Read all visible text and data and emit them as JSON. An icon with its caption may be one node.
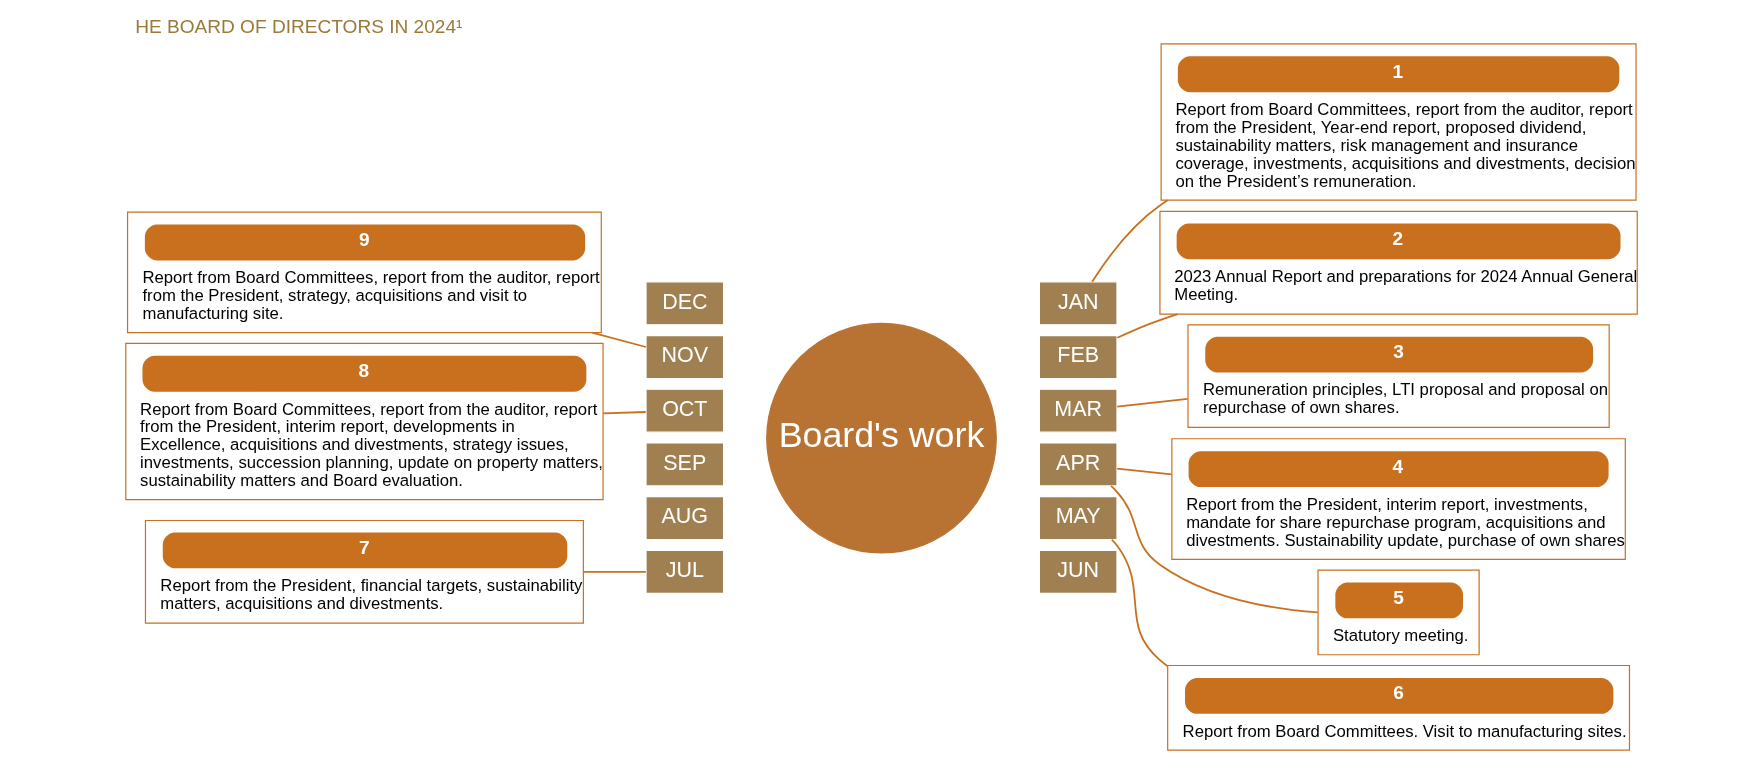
{
  "diagram": {
    "title": "HE BOARD OF DIRECTORS IN 2024¹",
    "nodes": [
      {
        "text": [
          "Board's work"
        ]
      },
      {
        "text": [
          "JAN"
        ]
      },
      {
        "text": [
          "FEB"
        ]
      },
      {
        "text": [
          "MAR"
        ]
      },
      {
        "text": [
          "APR"
        ]
      },
      {
        "text": [
          "MAY"
        ]
      },
      {
        "text": [
          "JUN"
        ]
      },
      {
        "text": [
          "JUL"
        ]
      },
      {
        "text": [
          "AUG"
        ]
      },
      {
        "text": [
          "SEP"
        ]
      },
      {
        "text": [
          "OCT"
        ]
      },
      {
        "text": [
          "NOV"
        ]
      },
      {
        "text": [
          "DEC"
        ]
      },
      {
        "text": [
          "1",
          "Report from Board Committees, report from the auditor, report from the President, Year-end report, proposed dividend, sustainability matters, risk management and insurance coverage, investments, acquisitions and divestments, decision on the President’s remuneration."
        ]
      },
      {
        "text": [
          "2",
          "2023 Annual Report and preparations for 2024 Annual General Meeting."
        ]
      },
      {
        "text": [
          "3",
          "Remuneration principles, LTI proposal and proposal on repurchase of own shares."
        ]
      },
      {
        "text": [
          "4",
          "Report from the President, interim report, investments, mandate for share repurchase program, acquisitions and divestments. Sustainability update, purchase of own shares"
        ]
      },
      {
        "text": [
          "5",
          "Statutory meeting."
        ]
      },
      {
        "text": [
          "6",
          "Report from Board Committees. Visit to manufacturing sites."
        ]
      },
      {
        "text": [
          "7",
          "Report from the President, financial targets, sustainability matters, acquisitions and divestments."
        ]
      },
      {
        "text": [
          "8",
          "Report from Board Committees, report from the auditor, report from the President, interim report, developments in Excellence, acquisitions and divestments, strategy issues, investments, succession planning, update on property matters, sustainability matters and Board evaluation."
        ]
      },
      {
        "text": [
          "9",
          "Report from Board Committees, report from the auditor, report from the President, strategy, acquisitions and visit to manufacturing site."
        ]
      }
    ],
    "edges": [
      {
        "from": 13,
        "to": 1,
        "arrow": "none"
      },
      {
        "from": 14,
        "to": 2,
        "arrow": "none"
      },
      {
        "from": 15,
        "to": 3,
        "arrow": "none"
      },
      {
        "from": 16,
        "to": 4,
        "arrow": "none"
      },
      {
        "from": 17,
        "to": 4,
        "arrow": "none"
      },
      {
        "from": 18,
        "to": 5,
        "arrow": "none"
      },
      {
        "from": 19,
        "to": 7,
        "arrow": "none"
      },
      {
        "from": 20,
        "to": 10,
        "arrow": "none"
      },
      {
        "from": 21,
        "to": 11,
        "arrow": "none"
      }
    ]
  }
}
